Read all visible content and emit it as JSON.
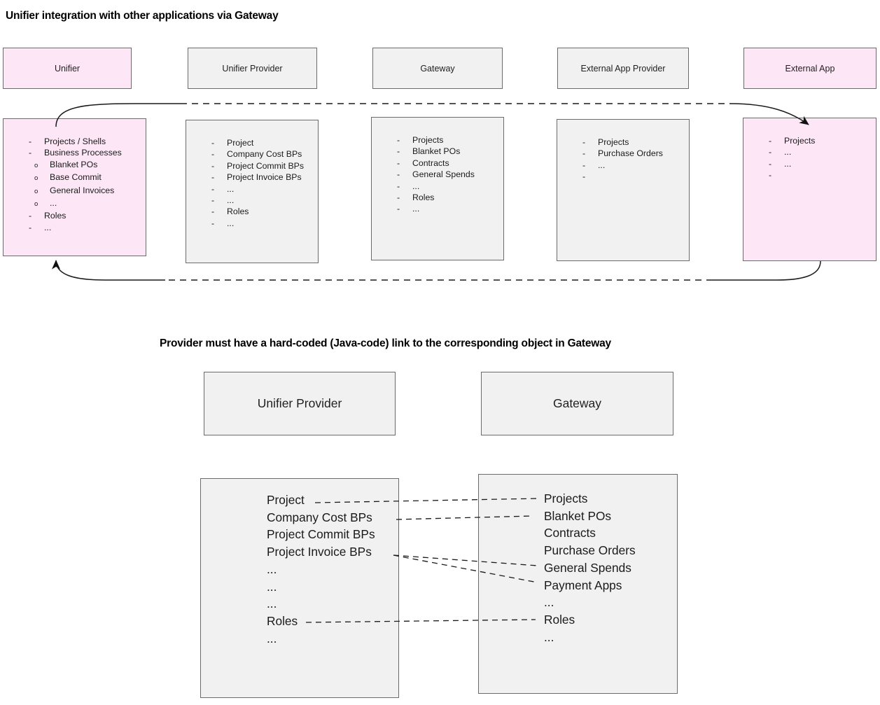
{
  "titles": {
    "main": "Unifier integration with other applications via Gateway",
    "sub": "Provider must have a hard-coded (Java-code) link to the corresponding object in Gateway"
  },
  "colors": {
    "pink_fill": "#fde6f6",
    "gray_fill": "#f1f1f1",
    "border": "#6b6b6b",
    "text": "#1a1a1a",
    "wire": "#1a1a1a"
  },
  "top_section": {
    "columns": [
      {
        "id": "unifier",
        "header": "Unifier",
        "accent": "pink",
        "items": [
          {
            "marker": "-",
            "level": 0,
            "text": "Projects / Shells"
          },
          {
            "marker": "-",
            "level": 0,
            "text": "Business Processes"
          },
          {
            "marker": "o",
            "level": 1,
            "text": "Blanket POs"
          },
          {
            "marker": "o",
            "level": 1,
            "text": "Base Commit"
          },
          {
            "marker": "o",
            "level": 1,
            "text": "General Invoices"
          },
          {
            "marker": "o",
            "level": 1,
            "text": "..."
          },
          {
            "marker": "-",
            "level": 0,
            "text": "Roles"
          },
          {
            "marker": "-",
            "level": 0,
            "text": "..."
          }
        ]
      },
      {
        "id": "unifier-provider",
        "header": "Unifier Provider",
        "accent": "gray",
        "items": [
          {
            "marker": "-",
            "level": 0,
            "text": "Project"
          },
          {
            "marker": "-",
            "level": 0,
            "text": "Company Cost BPs"
          },
          {
            "marker": "-",
            "level": 0,
            "text": "Project Commit BPs"
          },
          {
            "marker": "-",
            "level": 0,
            "text": "Project Invoice BPs"
          },
          {
            "marker": "-",
            "level": 0,
            "text": "..."
          },
          {
            "marker": "-",
            "level": 0,
            "text": "..."
          },
          {
            "marker": "-",
            "level": 0,
            "text": "Roles"
          },
          {
            "marker": "-",
            "level": 0,
            "text": "..."
          }
        ]
      },
      {
        "id": "gateway",
        "header": "Gateway",
        "accent": "gray",
        "items": [
          {
            "marker": "-",
            "level": 0,
            "text": "Projects"
          },
          {
            "marker": "-",
            "level": 0,
            "text": "Blanket POs"
          },
          {
            "marker": "-",
            "level": 0,
            "text": "Contracts"
          },
          {
            "marker": "-",
            "level": 0,
            "text": "General Spends"
          },
          {
            "marker": "-",
            "level": 0,
            "text": "..."
          },
          {
            "marker": "-",
            "level": 0,
            "text": "Roles"
          },
          {
            "marker": "-",
            "level": 0,
            "text": "..."
          }
        ]
      },
      {
        "id": "external-app-provider",
        "header": "External App Provider",
        "accent": "gray",
        "items": [
          {
            "marker": "-",
            "level": 0,
            "text": "Projects"
          },
          {
            "marker": "-",
            "level": 0,
            "text": "Purchase Orders"
          },
          {
            "marker": "-",
            "level": 0,
            "text": "..."
          },
          {
            "marker": "-",
            "level": 0,
            "text": ""
          }
        ]
      },
      {
        "id": "external-app",
        "header": "External App",
        "accent": "pink",
        "items": [
          {
            "marker": "-",
            "level": 0,
            "text": "Projects"
          },
          {
            "marker": "-",
            "level": 0,
            "text": "..."
          },
          {
            "marker": "-",
            "level": 0,
            "text": "..."
          },
          {
            "marker": "-",
            "level": 0,
            "text": ""
          }
        ]
      }
    ],
    "flows": [
      {
        "name": "unifier-to-external-app",
        "direction": "right",
        "style": "dashed-with-arrow"
      },
      {
        "name": "external-app-to-unifier",
        "direction": "left",
        "style": "dashed-with-arrow"
      }
    ]
  },
  "bottom_section": {
    "left": {
      "header": "Unifier Provider",
      "items": [
        "Project",
        "Company Cost BPs",
        "Project Commit BPs",
        "Project Invoice BPs",
        "...",
        "...",
        "...",
        "Roles",
        "..."
      ]
    },
    "right": {
      "header": "Gateway",
      "items": [
        "Projects",
        "Blanket POs",
        "Contracts",
        "Purchase Orders",
        "General Spends",
        "Payment Apps",
        "...",
        "Roles",
        "..."
      ]
    },
    "links": [
      {
        "from": "Project",
        "to": "Projects"
      },
      {
        "from": "Company Cost BPs",
        "to": "Blanket POs"
      },
      {
        "from": "Project Invoice BPs",
        "to": "General Spends"
      },
      {
        "from": "Project Invoice BPs",
        "to": "Payment Apps"
      },
      {
        "from": "Roles",
        "to": "Roles"
      }
    ]
  }
}
